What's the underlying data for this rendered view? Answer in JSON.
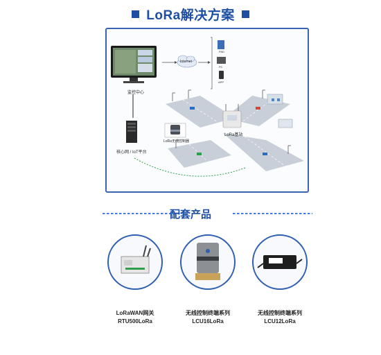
{
  "header": {
    "title": "LoRa解决方案"
  },
  "diagram": {
    "monitor_center_label": "监控中心",
    "internet_label": "Internet",
    "core_label": "核心网 / IoT平台",
    "gateway_label": "LoRa基站",
    "terminal_label": "LoRa无线控制器",
    "device_labels": [
      "PAD",
      "PC",
      "APP"
    ]
  },
  "section": {
    "title": "配套产品"
  },
  "products": [
    {
      "name": "LoRaWAN网关",
      "model": "RTU500LoRa"
    },
    {
      "name": "无线控制终端系列",
      "model": "LCU16LoRa"
    },
    {
      "name": "无线控制终端系列",
      "model": "LCU12LoRa"
    }
  ],
  "colors": {
    "brand_blue": "#1f4fa3",
    "frame_blue": "#3a64b3",
    "road_gray": "#c9cfd8"
  }
}
